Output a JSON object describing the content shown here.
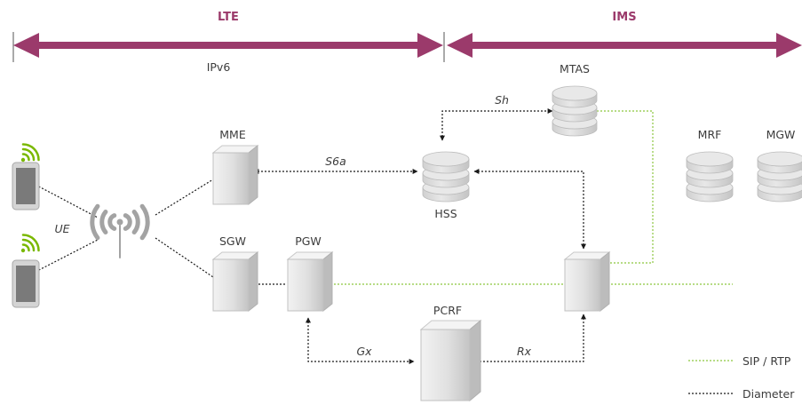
{
  "domains": {
    "lte": {
      "label": "LTE",
      "sublabel": "IPv6"
    },
    "ims": {
      "label": "IMS"
    }
  },
  "colors": {
    "domain_arrow": "#9b3a6b",
    "sip_rtp_line": "#8cc63f",
    "diameter_line": "#1a1a1a",
    "node_fill": "#dcdcdc",
    "signal_green": "#7ab800"
  },
  "nodes": {
    "mme": "MME",
    "sgw": "SGW",
    "pgw": "PGW",
    "hss": "HSS",
    "mtas": "MTAS",
    "mrf": "MRF",
    "mgw": "MGW",
    "pcrf": "PCRF"
  },
  "interfaces": {
    "ue": "UE",
    "s6a": "S6a",
    "sh": "Sh",
    "gx": "Gx",
    "rx": "Rx"
  },
  "legend": {
    "sip_rtp": "SIP / RTP",
    "diameter": "Diameter"
  }
}
